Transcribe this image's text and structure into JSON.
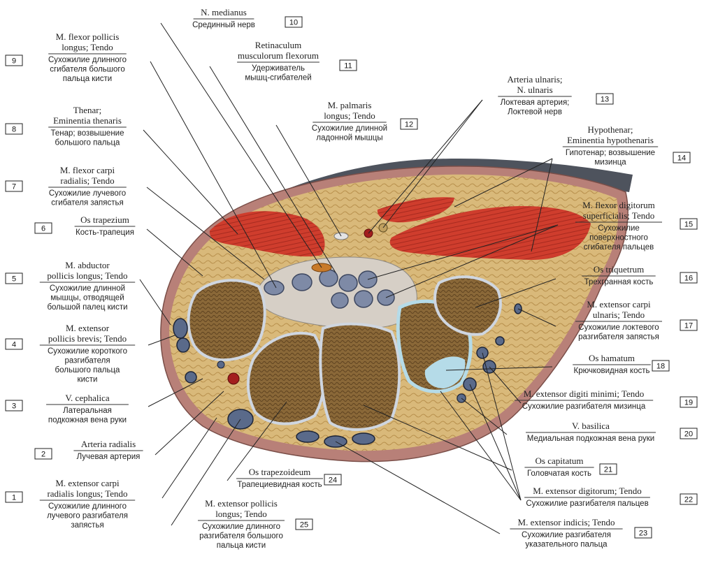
{
  "labels": [
    {
      "num": "1",
      "latin": [
        "M. extensor carpi",
        "radialis longus; Tendo"
      ],
      "russian": [
        "Сухожилие длинного",
        "лучевого разгибателя",
        "запястья"
      ]
    },
    {
      "num": "2",
      "latin": [
        "Arteria radialis"
      ],
      "russian": [
        "Лучевая артерия"
      ]
    },
    {
      "num": "3",
      "latin": [
        "V. cephalica"
      ],
      "russian": [
        "Латеральная",
        "подкожная вена руки"
      ]
    },
    {
      "num": "4",
      "latin": [
        "M. extensor",
        "pollicis brevis; Tendo"
      ],
      "russian": [
        "Сухожилие короткого",
        "разгибателя",
        "большого пальца",
        "кисти"
      ]
    },
    {
      "num": "5",
      "latin": [
        "M. abductor",
        "pollicis longus; Tendo"
      ],
      "russian": [
        "Сухожилие длинной",
        "мышцы, отводящей",
        "большой палец кисти"
      ]
    },
    {
      "num": "6",
      "latin": [
        "Os trapezium"
      ],
      "russian": [
        "Кость-трапеция"
      ]
    },
    {
      "num": "7",
      "latin": [
        "M. flexor carpi",
        "radialis; Tendo"
      ],
      "russian": [
        "Сухожилие лучевого",
        "сгибателя запястья"
      ]
    },
    {
      "num": "8",
      "latin": [
        "Thenar;",
        "Eminentia thenaris"
      ],
      "russian": [
        "Тенар; возвышение",
        "большого пальца"
      ]
    },
    {
      "num": "9",
      "latin": [
        "M. flexor pollicis",
        "longus; Tendo"
      ],
      "russian": [
        "Сухожилие длинного",
        "сгибателя большого",
        "пальца кисти"
      ]
    },
    {
      "num": "10",
      "latin": [
        "N. medianus"
      ],
      "russian": [
        "Срединный нерв"
      ]
    },
    {
      "num": "11",
      "latin": [
        "Retinaculum",
        "musculorum flexorum"
      ],
      "russian": [
        "Удерживатель",
        "мышц-сгибателей"
      ]
    },
    {
      "num": "12",
      "latin": [
        "M. palmaris",
        "longus; Tendo"
      ],
      "russian": [
        "Сухожилие длинной",
        "ладонной мышцы"
      ]
    },
    {
      "num": "13",
      "latin": [
        "Arteria ulnaris;",
        "N. ulnaris"
      ],
      "russian": [
        "Локтевая артерия;",
        "Локтевой нерв"
      ]
    },
    {
      "num": "14",
      "latin": [
        "Hypothenar;",
        "Eminentia hypothenaris"
      ],
      "russian": [
        "Гипотенар; возвышение",
        "мизинца"
      ]
    },
    {
      "num": "15",
      "latin": [
        "M. flexor digitorum",
        "superficialis; Tendo"
      ],
      "russian": [
        "Сухожилие",
        "поверхностного",
        "сгибателя пальцев"
      ]
    },
    {
      "num": "16",
      "latin": [
        "Os triquetrum"
      ],
      "russian": [
        "Трехгранная кость"
      ]
    },
    {
      "num": "17",
      "latin": [
        "M. extensor carpi",
        "ulnaris; Tendo"
      ],
      "russian": [
        "Сухожилие локтевого",
        "разгибателя запястья"
      ]
    },
    {
      "num": "18",
      "latin": [
        "Os hamatum"
      ],
      "russian": [
        "Крючковидная кость"
      ]
    },
    {
      "num": "19",
      "latin": [
        "M. extensor digiti minimi; Tendo"
      ],
      "russian": [
        "Сухожилие разгибателя мизинца"
      ]
    },
    {
      "num": "20",
      "latin": [
        "V. basilica"
      ],
      "russian": [
        "Медиальная подкожная вена руки"
      ]
    },
    {
      "num": "21",
      "latin": [
        "Os capitatum"
      ],
      "russian": [
        "Головчатая кость"
      ]
    },
    {
      "num": "22",
      "latin": [
        "M. extensor digitorum; Tendo"
      ],
      "russian": [
        "Сухожилие разгибателя пальцев"
      ]
    },
    {
      "num": "23",
      "latin": [
        "M. extensor indicis; Tendo"
      ],
      "russian": [
        "Сухожилие разгибателя",
        "указательного пальца"
      ]
    },
    {
      "num": "24",
      "latin": [
        "Os trapezoideum"
      ],
      "russian": [
        "Трапециевидная кость"
      ]
    },
    {
      "num": "25",
      "latin": [
        "M. extensor pollicis",
        "longus; Tendo"
      ],
      "russian": [
        "Сухожилие длинного",
        "разгибателя большого",
        "пальца кисти"
      ]
    }
  ],
  "colors": {
    "skin": "#b88078",
    "fat": "#d9b97a",
    "muscle": "#c8392b",
    "bone": "#7b5a32",
    "bone_outline": "#cfd6e0",
    "tendon": "#5a6a8a",
    "cartilage": "#b5dbe8",
    "artery": "#a31e1e",
    "ink": "#222222"
  }
}
